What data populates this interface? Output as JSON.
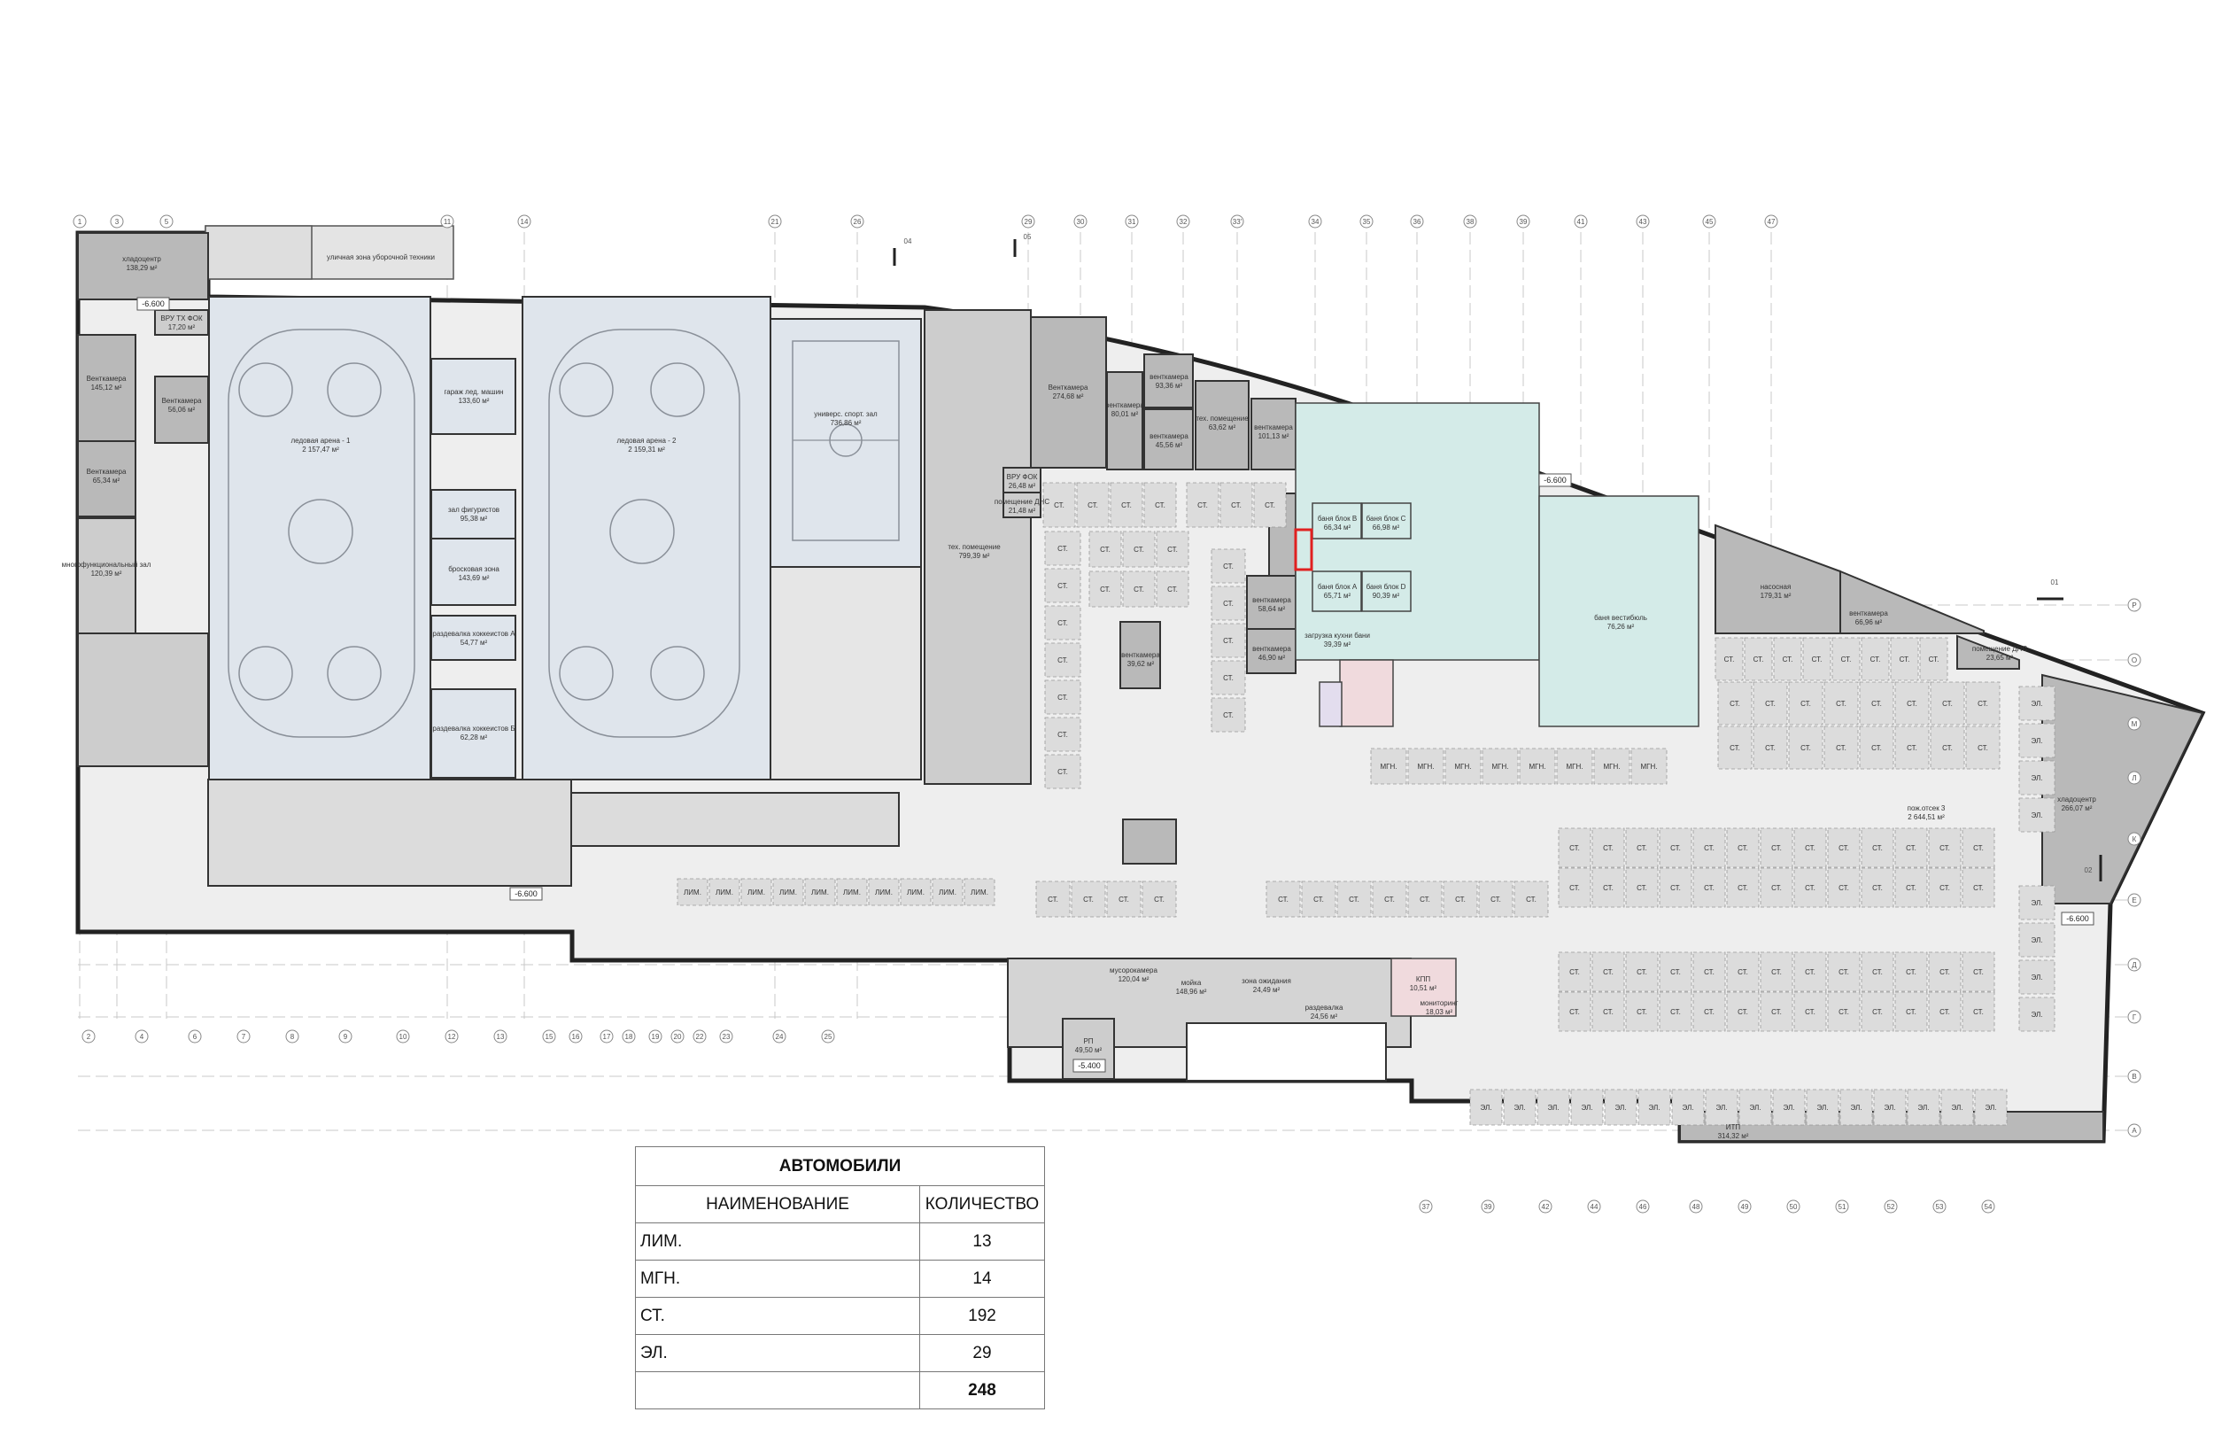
{
  "plan": {
    "rooms": [
      {
        "name": "хладоцентр",
        "area": "138,29 м²"
      },
      {
        "name": "Венткамера",
        "area": "145,12 м²"
      },
      {
        "name": "Венткамера",
        "area": "65,34 м²"
      },
      {
        "name": "Венткамера",
        "area": "56,06 м²"
      },
      {
        "name": "ВРУ ТХ ФОК",
        "area": "17,20 м²"
      },
      {
        "name": "многофункциональный зал",
        "area": "120,39 м²"
      },
      {
        "name": "ледовая арена - 1",
        "area": "2 157,47 м²"
      },
      {
        "name": "ледовая арена - 2",
        "area": "2 159,31 м²"
      },
      {
        "name": "гараж лед. машин",
        "area": "133,60 м²"
      },
      {
        "name": "зал фигуристов",
        "area": "95,38 м²"
      },
      {
        "name": "бросковая зона",
        "area": "143,69 м²"
      },
      {
        "name": "раздевалка хоккеистов А",
        "area": "54,77 м²"
      },
      {
        "name": "раздевалка хоккеистов Б",
        "area": "62,28 м²"
      },
      {
        "name": "универс. спорт. зал",
        "area": "736,86 м²"
      },
      {
        "name": "тех. помещение",
        "area": "799,39 м²"
      },
      {
        "name": "Венткамера",
        "area": "274,68 м²"
      },
      {
        "name": "венткамера",
        "area": "80,01 м²"
      },
      {
        "name": "венткамера",
        "area": "93,36 м²"
      },
      {
        "name": "венткамера",
        "area": "45,56 м²"
      },
      {
        "name": "тех. помещение",
        "area": "63,62 м²"
      },
      {
        "name": "венткамера",
        "area": "101,13 м²"
      },
      {
        "name": "ВРУ ФОК",
        "area": "26,48 м²"
      },
      {
        "name": "помещение ДНС",
        "area": "21,48 м²"
      },
      {
        "name": "баня блок B",
        "area": "66,34 м²"
      },
      {
        "name": "баня блок C",
        "area": "66,98 м²"
      },
      {
        "name": "баня блок A",
        "area": "65,71 м²"
      },
      {
        "name": "баня блок D",
        "area": "90,39 м²"
      },
      {
        "name": "насосная",
        "area": "179,31 м²"
      },
      {
        "name": "венткамера",
        "area": "66,96 м²"
      },
      {
        "name": "помещение ДНС",
        "area": "23,65 м²"
      },
      {
        "name": "хладоцентр",
        "area": "266,07 м²"
      },
      {
        "name": "пож.отсек 3",
        "area": "2 644,51 м²"
      },
      {
        "name": "мойка",
        "area": "148,96 м²"
      },
      {
        "name": "мусорокамера",
        "area": "120,04 м²"
      },
      {
        "name": "РП",
        "area": "49,50 м²"
      },
      {
        "name": "КПП",
        "area": "10,51 м²"
      },
      {
        "name": "мониторинг",
        "area": "18,03 м²"
      },
      {
        "name": "ИТП",
        "area": "314,32 м²"
      },
      {
        "name": "венткамера",
        "area": "58,64 м²"
      },
      {
        "name": "венткамера",
        "area": "46,90 м²"
      },
      {
        "name": "баня вестибюль",
        "area": "76,26 м²"
      },
      {
        "name": "загрузка кухни бани",
        "area": "39,39 м²"
      },
      {
        "name": "венткамера",
        "area": "39,62 м²"
      },
      {
        "name": "зона ожидания",
        "area": "24,49 м²"
      },
      {
        "name": "раздевалка",
        "area": "24,56 м²"
      }
    ],
    "street_zone": "уличная зона уборочной техники",
    "levels": [
      "-6.600",
      "-5.400"
    ],
    "parking_types": {
      "st": "СТ.",
      "el": "ЭЛ.",
      "mgn": "МГН.",
      "lim": "ЛИМ."
    },
    "axes_top": [
      "1",
      "3",
      "5",
      "11",
      "14",
      "21",
      "26",
      "29",
      "30",
      "31",
      "32",
      "33'",
      "34",
      "35",
      "36",
      "38",
      "39",
      "41",
      "43",
      "45",
      "47"
    ],
    "axes_bottom": [
      "2",
      "4",
      "6",
      "7",
      "8",
      "9",
      "10",
      "12",
      "13",
      "15",
      "16",
      "17",
      "18",
      "19",
      "20",
      "22",
      "23",
      "24",
      "25"
    ],
    "axes_bottom_right": [
      "37",
      "39",
      "42",
      "44",
      "46",
      "48",
      "49",
      "50",
      "51",
      "52",
      "53",
      "54"
    ],
    "axes_right": [
      "Р",
      "О",
      "М",
      "Л",
      "К",
      "Е",
      "Д",
      "Г",
      "В",
      "А"
    ],
    "section_marks": [
      "01",
      "02",
      "04",
      "05"
    ]
  },
  "legend": {
    "title": "АВТОМОБИЛИ",
    "col_name": "НАИМЕНОВАНИЕ",
    "col_qty": "КОЛИЧЕСТВО",
    "rows": [
      {
        "name": "ЛИМ.",
        "qty": "13"
      },
      {
        "name": "МГН.",
        "qty": "14"
      },
      {
        "name": "СТ.",
        "qty": "192"
      },
      {
        "name": "ЭЛ.",
        "qty": "29"
      }
    ],
    "total": "248"
  },
  "colors": {
    "ice": "#dfe5ec",
    "tech": "#b9b9b9",
    "bath": "#d4ebe8",
    "parking": "#ececec",
    "highlight": "#e02020"
  }
}
